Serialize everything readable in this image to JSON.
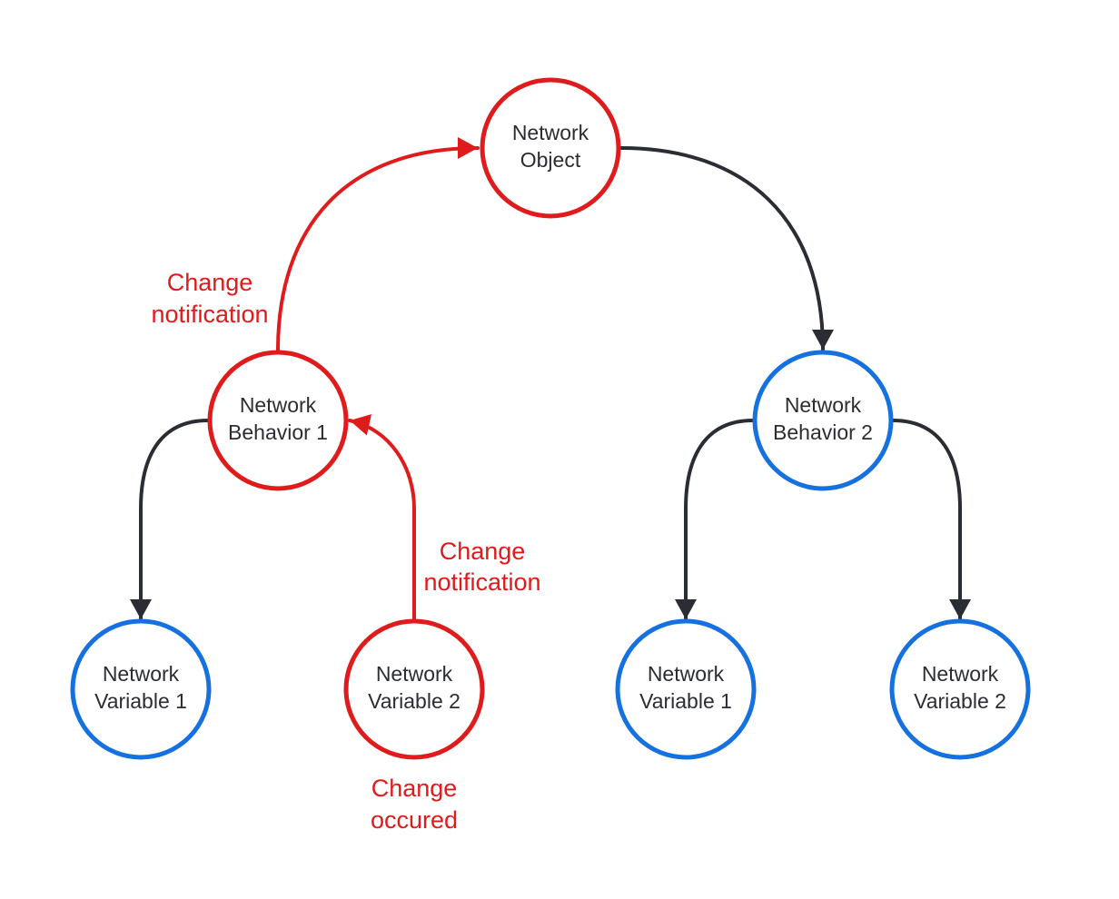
{
  "colors": {
    "active": "#e01b1b",
    "idle": "#1570e0",
    "connector": "#2a2d33",
    "node_text": "#2a2d33",
    "background": "#ffffff"
  },
  "nodes": {
    "network_object": {
      "line1": "Network",
      "line2": "Object",
      "state": "active"
    },
    "behavior_1": {
      "line1": "Network",
      "line2": "Behavior 1",
      "state": "active"
    },
    "behavior_2": {
      "line1": "Network",
      "line2": "Behavior 2",
      "state": "idle"
    },
    "variable_1a": {
      "line1": "Network",
      "line2": "Variable 1",
      "state": "idle"
    },
    "variable_2a": {
      "line1": "Network",
      "line2": "Variable 2",
      "state": "active"
    },
    "variable_1b": {
      "line1": "Network",
      "line2": "Variable 1",
      "state": "idle"
    },
    "variable_2b": {
      "line1": "Network",
      "line2": "Variable 2",
      "state": "idle"
    }
  },
  "annotations": {
    "notify_object": {
      "line1": "Change",
      "line2": "notification"
    },
    "notify_behavior": {
      "line1": "Change",
      "line2": "notification"
    },
    "change_occurred": {
      "line1": "Change",
      "line2": "occured"
    }
  }
}
